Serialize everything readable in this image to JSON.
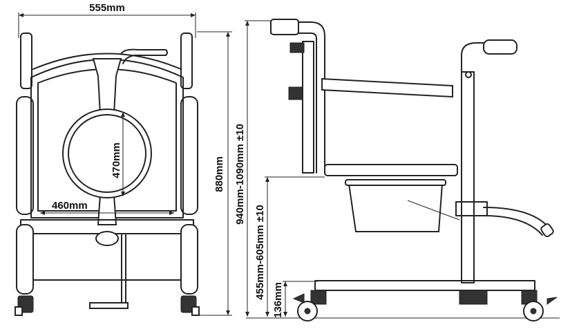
{
  "diagram": {
    "front_view": {
      "width_label": "555mm",
      "height_label": "880mm",
      "seat_opening_height_label": "470mm",
      "seat_width_label": "460mm"
    },
    "side_view": {
      "total_height_label": "940mm-1090mm ±10",
      "seat_height_label": "455mm-605mm ±10",
      "base_height_label": "136mm"
    },
    "colors": {
      "line": "#222222",
      "background": "#ffffff"
    }
  }
}
